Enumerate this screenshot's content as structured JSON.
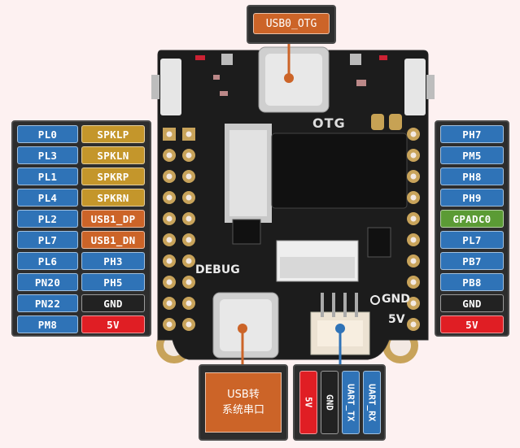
{
  "top_callout": "USB0_OTG",
  "bottom_callout": "USB转\n系统串口",
  "left_pins": [
    [
      "PL0",
      "SPKLP"
    ],
    [
      "PL3",
      "SPKLN"
    ],
    [
      "PL1",
      "SPKRP"
    ],
    [
      "PL4",
      "SPKRN"
    ],
    [
      "PL2",
      "USB1_DP"
    ],
    [
      "PL7",
      "USB1_DN"
    ],
    [
      "PL6",
      "PH3"
    ],
    [
      "PN20",
      "PH5"
    ],
    [
      "PN22",
      "GND"
    ],
    [
      "PM8",
      "5V"
    ]
  ],
  "right_pins": [
    "PH7",
    "PM5",
    "PH8",
    "PH9",
    "GPADC0",
    "PL7",
    "PB7",
    "PB8",
    "GND",
    "5V"
  ],
  "bottom_pins": [
    "5V",
    "GND",
    "UART_TX",
    "UART_RX"
  ],
  "board_text": {
    "otg": "OTG",
    "debug": "DEBUG",
    "gnd": "GND",
    "fivev": "5V"
  },
  "colors": {
    "background": "#fdf1f1",
    "panel": "#2d2d2d",
    "pin_blue": "#2f73b7",
    "pin_gold": "#c4962b",
    "pin_orange": "#cc6428",
    "pin_black": "#222222",
    "pin_red": "#e01e24",
    "pin_green": "#5b9b35",
    "pcb": "#1c1c1c"
  }
}
